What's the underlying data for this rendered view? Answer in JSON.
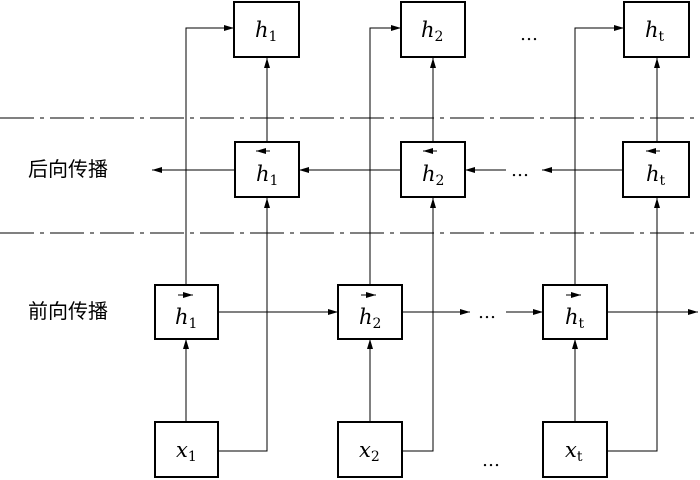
{
  "row_labels": {
    "backward": "后向传播",
    "forward": "前向传播"
  },
  "nodes": {
    "output": [
      {
        "symbol": "h",
        "sub": "1"
      },
      {
        "symbol": "h",
        "sub": "2"
      },
      {
        "symbol": "h",
        "sub": "t"
      }
    ],
    "backward": [
      {
        "symbol": "h",
        "sub": "1"
      },
      {
        "symbol": "h",
        "sub": "2"
      },
      {
        "symbol": "h",
        "sub": "t"
      }
    ],
    "forward": [
      {
        "symbol": "h",
        "sub": "1"
      },
      {
        "symbol": "h",
        "sub": "2"
      },
      {
        "symbol": "h",
        "sub": "t"
      }
    ],
    "input": [
      {
        "symbol": "x",
        "sub": "1"
      },
      {
        "symbol": "x",
        "sub": "2"
      },
      {
        "symbol": "x",
        "sub": "t"
      }
    ]
  },
  "ellipsis": "…"
}
